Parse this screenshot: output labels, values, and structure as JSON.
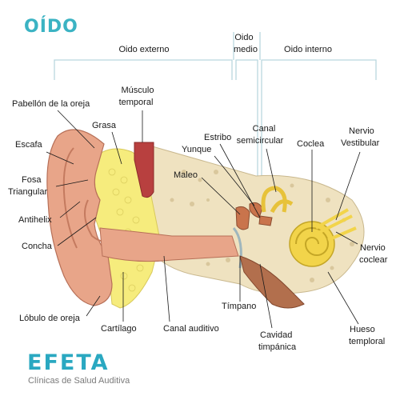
{
  "title": "OÍDO",
  "sections": {
    "external": "Oido externo",
    "middle_1": "Oido",
    "middle_2": "medio",
    "internal": "Oido interno"
  },
  "labels": {
    "pabellon": "Pabellón de la oreja",
    "musculo_1": "Músculo",
    "musculo_2": "temporal",
    "grasa": "Grasa",
    "escafa": "Escafa",
    "fosa_1": "Fosa",
    "fosa_2": "Triangular",
    "antihelix": "Antihelix",
    "concha": "Concha",
    "lobulo": "Lóbulo de oreja",
    "cartilago": "Cartílago",
    "canal_auditivo": "Canal auditivo",
    "estribo": "Estribo",
    "yunque": "Yunque",
    "maleo": "Maleo",
    "canal_semi_1": "Canal",
    "canal_semi_2": "semicircular",
    "coclea": "Coclea",
    "nervio_vest_1": "Nervio",
    "nervio_vest_2": "Vestibular",
    "nervio_coc_1": "Nervio",
    "nervio_coc_2": "coclear",
    "timpano": "Tímpano",
    "cavidad_1": "Cavidad",
    "cavidad_2": "timpánica",
    "hueso_1": "Hueso",
    "hueso_2": "temploral"
  },
  "logo": {
    "name": "EFETA",
    "tagline": "Clínicas de Salud Auditiva"
  },
  "colors": {
    "accent": "#3bb3c3",
    "skin": "#e8a589",
    "fat": "#f6ec7d",
    "bone": "#efe2c0",
    "muscle": "#b8403f",
    "cochlea": "#f2d44a"
  }
}
